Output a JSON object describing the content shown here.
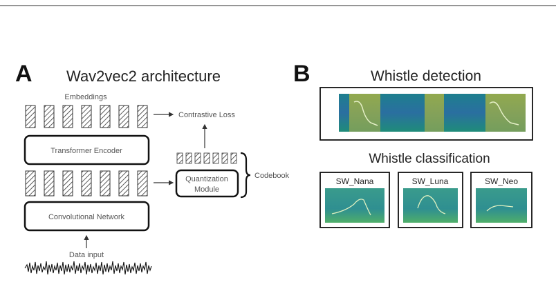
{
  "panel_a": {
    "letter": "A",
    "title": "Wav2vec2 architecture",
    "embeddings_label": "Embeddings",
    "contrastive_loss_label": "Contrastive Loss",
    "transformer_label": "Transformer Encoder",
    "quantization_label_line1": "Quantization",
    "quantization_label_line2": "Module",
    "codebook_label": "Codebook",
    "conv_label": "Convolutional Network",
    "data_input_label": "Data input"
  },
  "panel_b": {
    "letter": "B",
    "detection_title": "Whistle detection",
    "classification_title": "Whistle classification",
    "classes": [
      "SW_Nana",
      "SW_Luna",
      "SW_Neo"
    ]
  },
  "colors": {
    "text": "#222222",
    "gray_text": "#555555",
    "spectrogram_teal": "#1f8c8a",
    "spectrogram_blue": "#2a5e8a",
    "spectrogram_highlight": "#a9b54a"
  }
}
